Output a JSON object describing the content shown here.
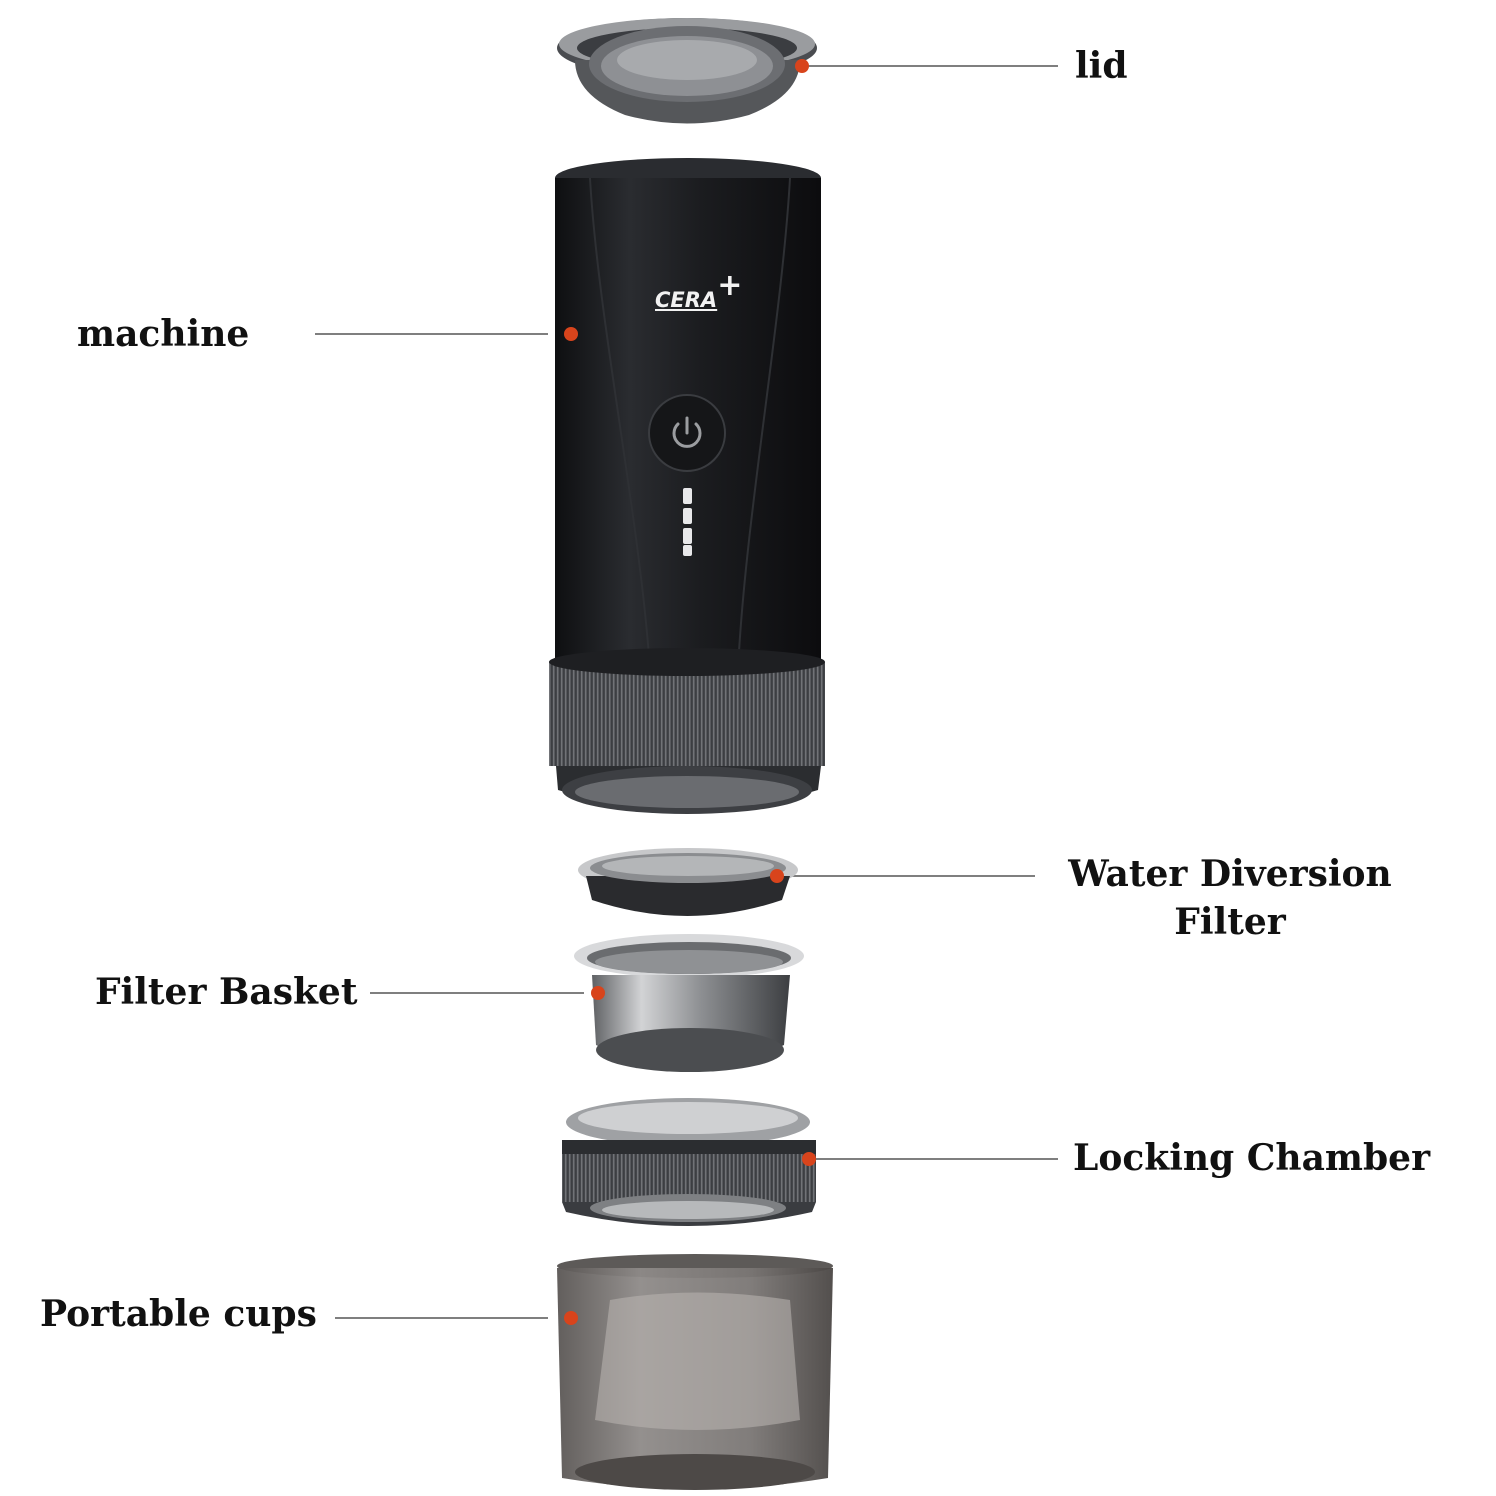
{
  "labels": {
    "lid": "lid",
    "machine": "machine",
    "water_diversion_filter_line1": "Water Diversion",
    "water_diversion_filter_line2": "Filter",
    "filter_basket": "Filter Basket",
    "locking_chamber": "Locking Chamber",
    "portable_cups": "Portable cups"
  },
  "brand": {
    "logo_text": "CERA",
    "logo_mark": "+"
  },
  "colors": {
    "marker": "#d8441c",
    "leader_line": "#555555",
    "machine_body": "#1c1d20",
    "metal_ring": "#5b5d61",
    "steel": "#a9abae",
    "cup_tint": "#6f6b69"
  },
  "icons": {
    "power_button": "power-icon",
    "part_marker": "dot-marker-icon"
  }
}
